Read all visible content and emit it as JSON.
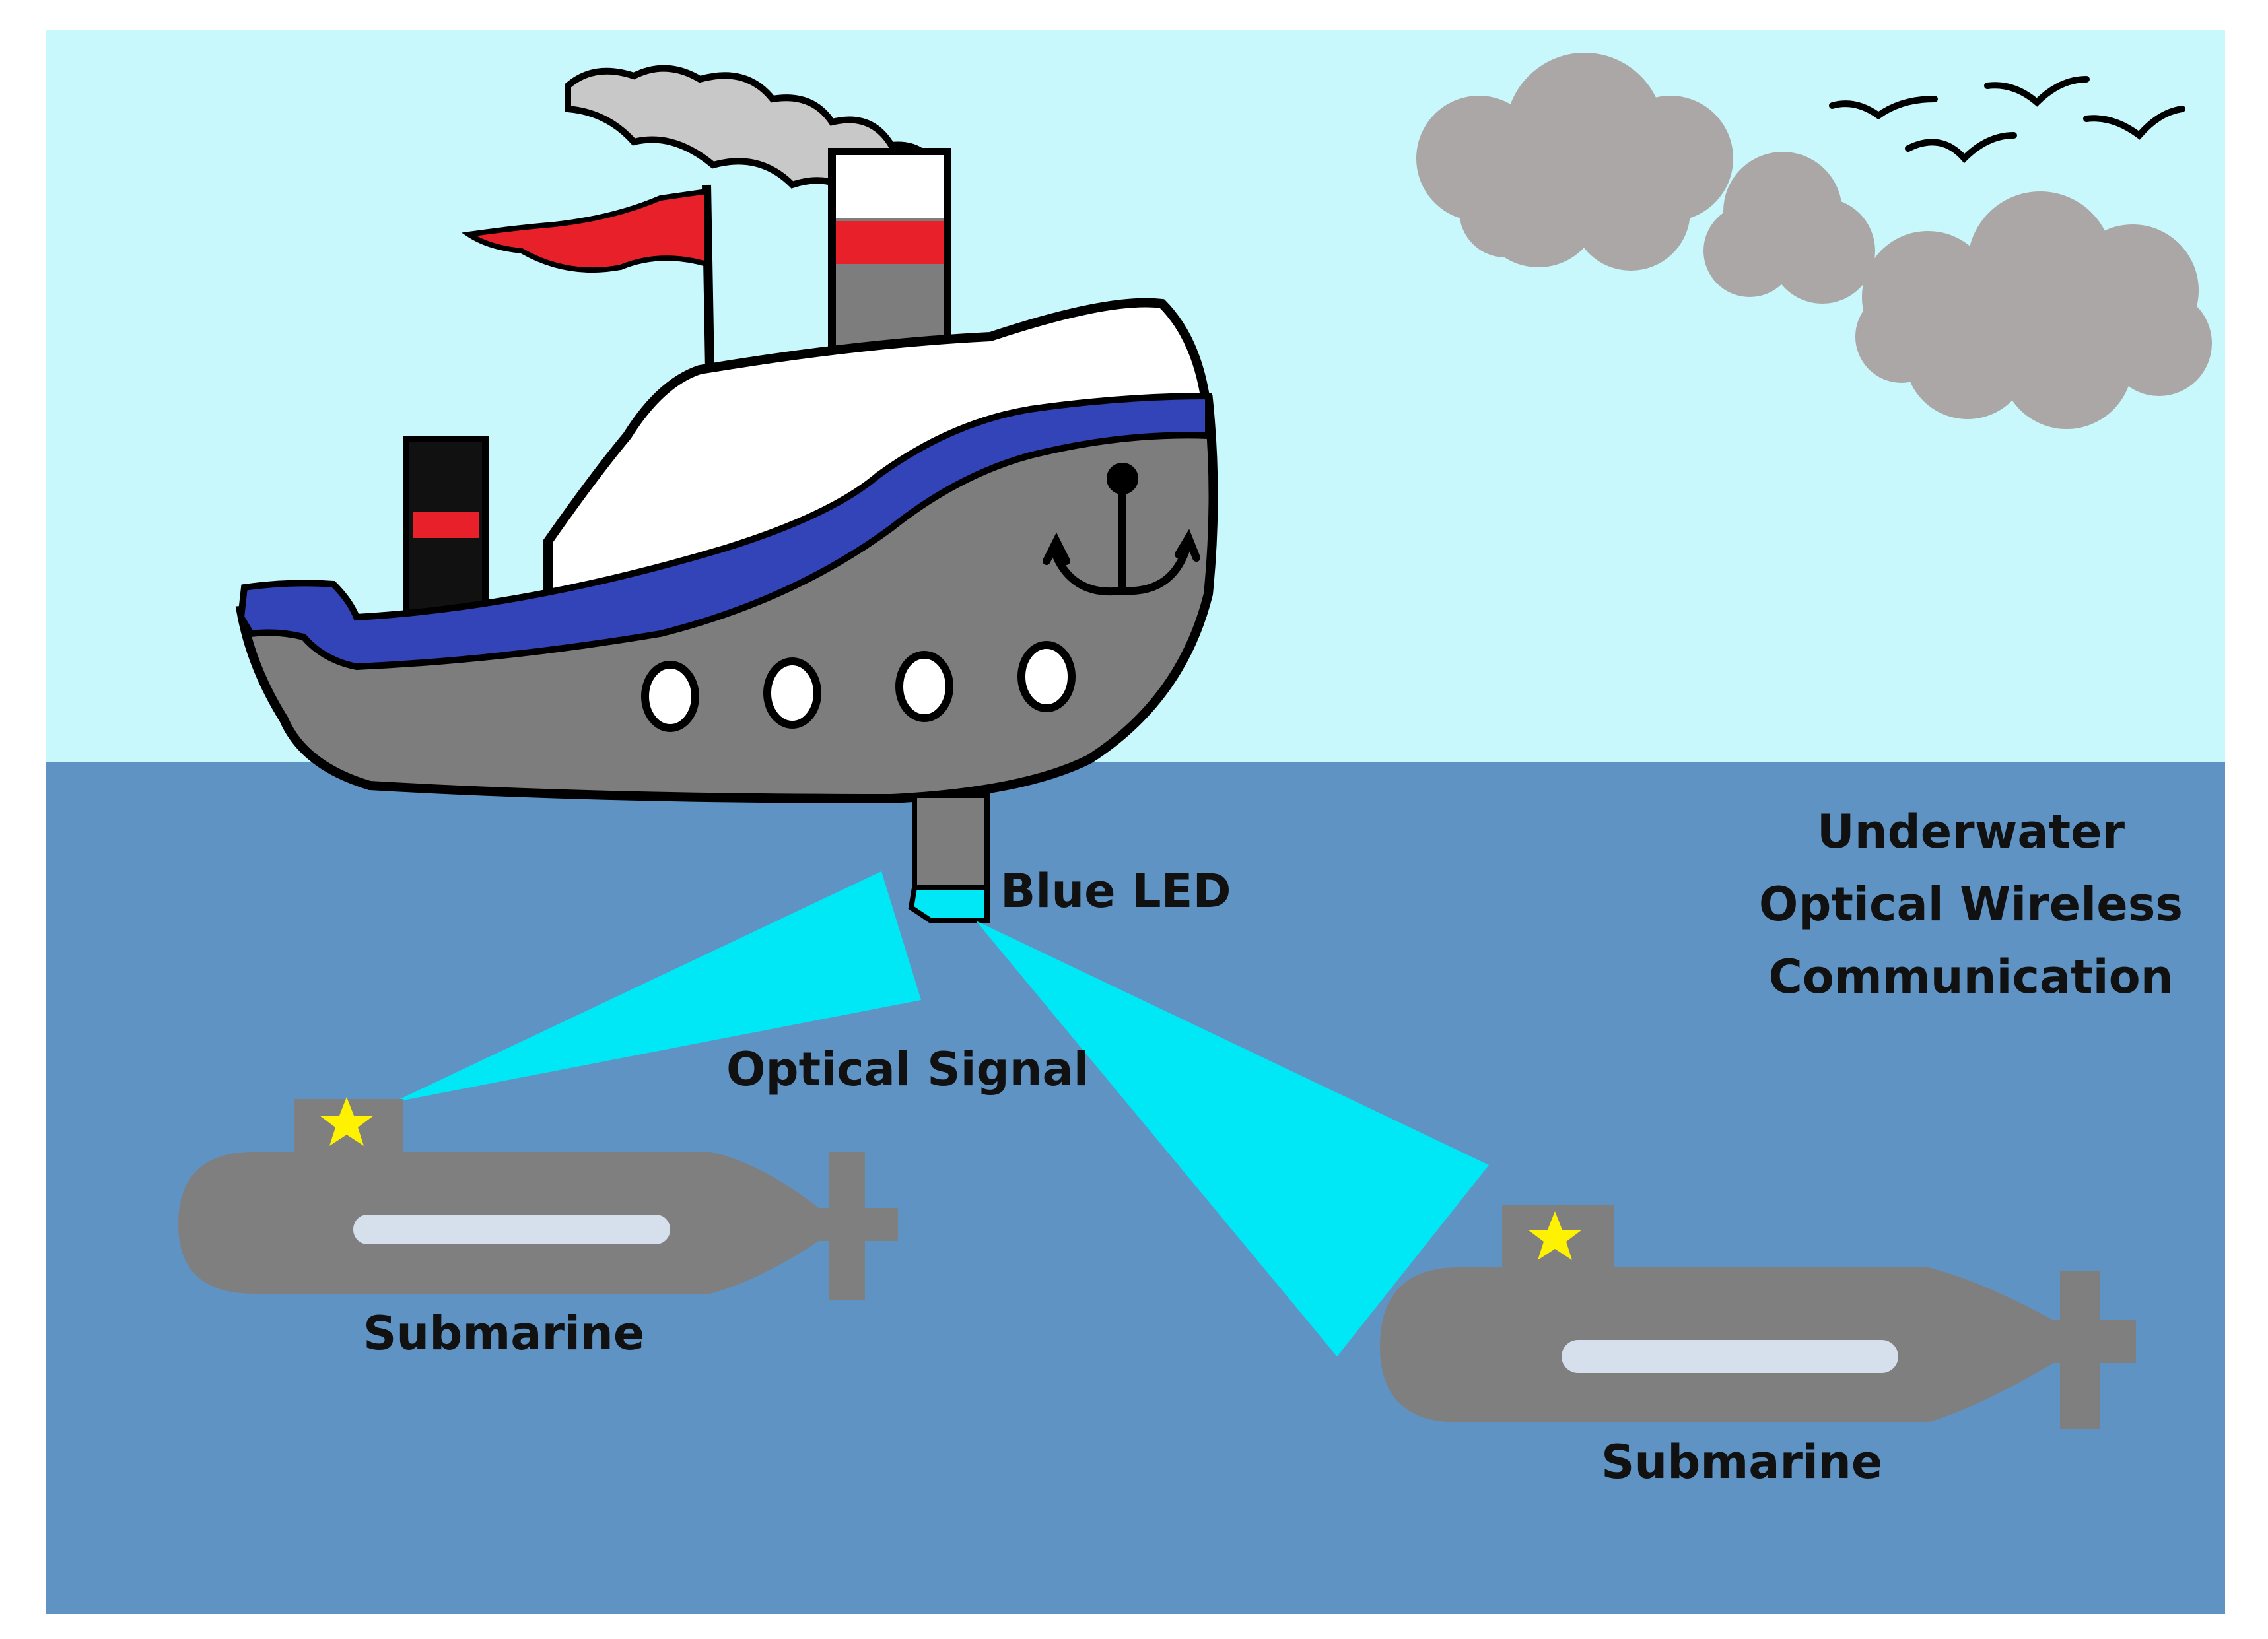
{
  "colors": {
    "sky": "#c8f7fc",
    "water": "#5f93c3",
    "hull": "#7d7d7d",
    "hull_stripe": "#3344b8",
    "cabin": "#ffffff",
    "flag": "#e8202a",
    "smoke": "#c8c8c8",
    "cloud": "#aaa7a6",
    "beam": "#00e8f5",
    "submarine": "#7f7f7f",
    "window": "#d6e0ec",
    "star": "#fff200",
    "outline": "#000000"
  },
  "icons": [
    "ship-icon",
    "anchor-icon",
    "cloud-icon",
    "bird-icon",
    "submarine-icon",
    "star-icon",
    "led-icon"
  ],
  "labels": {
    "blue_led": "Blue LED",
    "optical_signal": "Optical Signal",
    "submarine_left": "Submarine",
    "submarine_right": "Submarine",
    "title_lines": [
      "Underwater",
      "Optical Wireless",
      "Communication"
    ]
  }
}
